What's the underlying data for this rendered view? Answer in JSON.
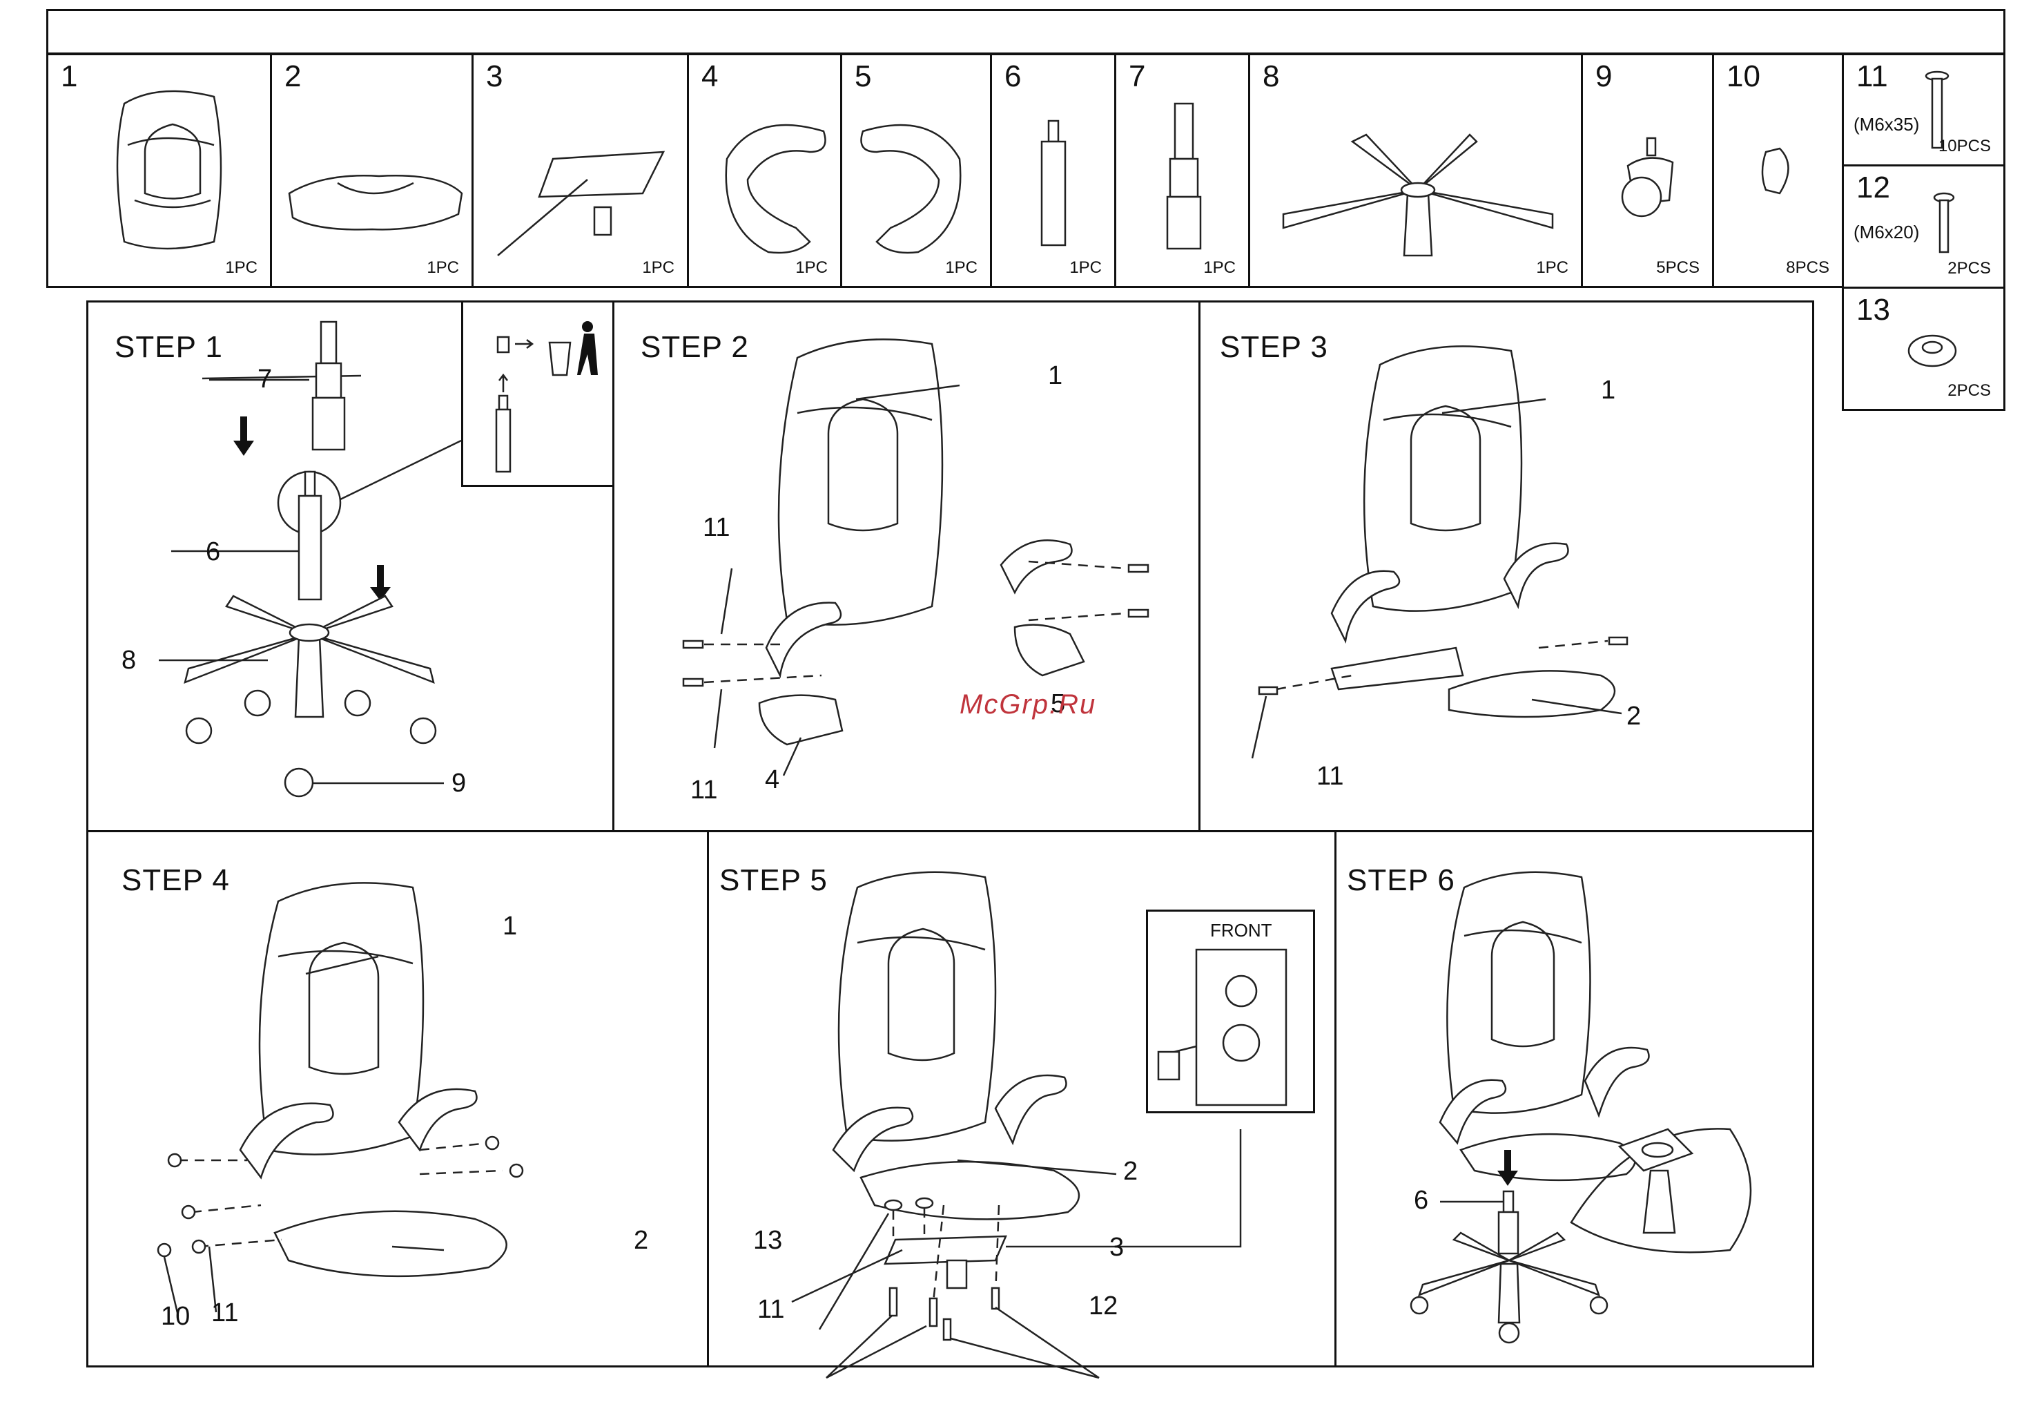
{
  "parts": [
    {
      "number": "1",
      "qty": "1PC",
      "icon": "backrest-icon"
    },
    {
      "number": "2",
      "qty": "1PC",
      "icon": "seat-cushion-icon"
    },
    {
      "number": "3",
      "qty": "1PC",
      "icon": "seat-mechanism-icon"
    },
    {
      "number": "4",
      "qty": "1PC",
      "icon": "left-armrest-icon"
    },
    {
      "number": "5",
      "qty": "1PC",
      "icon": "right-armrest-icon"
    },
    {
      "number": "6",
      "qty": "1PC",
      "icon": "gas-lift-icon"
    },
    {
      "number": "7",
      "qty": "1PC",
      "icon": "gas-lift-cover-icon"
    },
    {
      "number": "8",
      "qty": "1PC",
      "icon": "five-star-base-icon"
    },
    {
      "number": "9",
      "qty": "5PCS",
      "icon": "caster-icon"
    },
    {
      "number": "10",
      "qty": "8PCS",
      "icon": "cap-icon"
    },
    {
      "number": "11",
      "spec": "(M6x35)",
      "qty": "10PCS",
      "icon": "long-bolt-icon"
    },
    {
      "number": "12",
      "spec": "(M6x20)",
      "qty": "2PCS",
      "icon": "short-bolt-icon"
    },
    {
      "number": "13",
      "qty": "2PCS",
      "icon": "spacer-washer-icon"
    }
  ],
  "steps": [
    {
      "title": "STEP 1",
      "labels": [
        "7",
        "6",
        "8",
        "9"
      ]
    },
    {
      "title": "STEP 2",
      "labels": [
        "1",
        "11",
        "5",
        "11",
        "4"
      ]
    },
    {
      "title": "STEP 3",
      "labels": [
        "1",
        "2",
        "11"
      ]
    },
    {
      "title": "STEP 4",
      "labels": [
        "1",
        "2",
        "10",
        "11"
      ]
    },
    {
      "title": "STEP 5",
      "labels": [
        "2",
        "3",
        "13",
        "11",
        "12"
      ],
      "inset_label": "FRONT"
    },
    {
      "title": "STEP 6",
      "labels": [
        "6"
      ]
    }
  ],
  "watermark": "McGrp.Ru"
}
